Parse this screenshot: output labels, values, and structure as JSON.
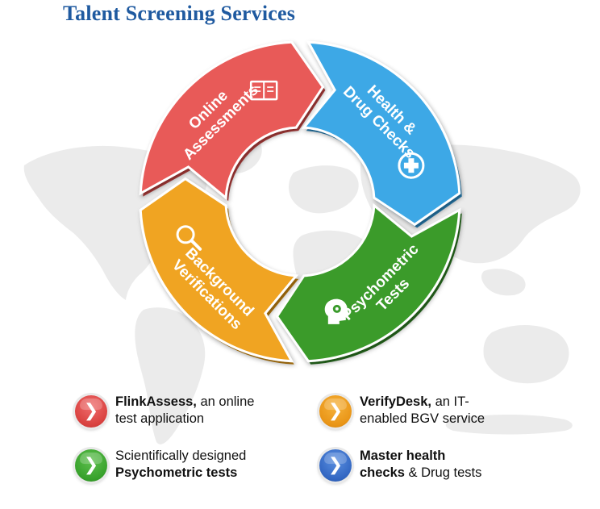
{
  "header": {
    "title": "Talent Screening Services"
  },
  "cycle": {
    "segments": [
      {
        "id": "online",
        "lines": [
          "Online",
          "Assessments"
        ],
        "color": "#e85a58",
        "dark": "#b83f3d",
        "icon": "book-icon"
      },
      {
        "id": "health",
        "lines": [
          "Health &",
          "Drug Checks"
        ],
        "color": "#3ea8e6",
        "dark": "#2780b6",
        "icon": "medical-cross-icon"
      },
      {
        "id": "psychometric",
        "lines": [
          "Psychometric",
          "Tests"
        ],
        "color": "#3a9b2c",
        "dark": "#2a7420",
        "icon": "head-gears-icon"
      },
      {
        "id": "background",
        "lines": [
          "Background",
          "Verifications"
        ],
        "color": "#f0a424",
        "dark": "#c2810f",
        "icon": "magnifier-icon"
      }
    ]
  },
  "legend": {
    "items": [
      {
        "id": "flinkassess",
        "bold": "FlinkAssess,",
        "text1": " an online",
        "line2": "test application",
        "color": "red",
        "icon": "chevron-right-icon"
      },
      {
        "id": "verifydesk",
        "bold": "VerifyDesk,",
        "text1": " an IT-",
        "line2": "enabled BGV service",
        "color": "orange",
        "icon": "chevron-right-icon"
      },
      {
        "id": "psychometric",
        "line1": "Scientifically designed",
        "line2bold": "Psychometric tests",
        "color": "green",
        "icon": "chevron-right-icon"
      },
      {
        "id": "health",
        "bold1": "Master health",
        "bold2": "checks",
        "text2": " & Drug tests",
        "color": "blue",
        "icon": "chevron-right-icon"
      }
    ]
  },
  "colors": {
    "title": "#1f5aa0",
    "map": "#ececec"
  }
}
